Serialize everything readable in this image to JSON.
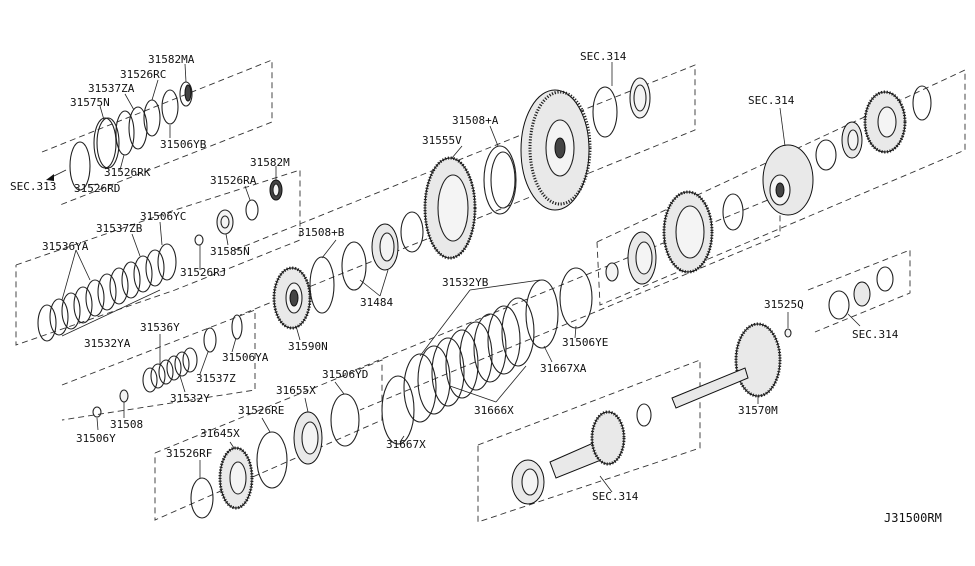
{
  "diagram_id": "J31500RM",
  "part_labels": {
    "p31582MA": "31582MA",
    "p31526RC": "31526RC",
    "p31537ZA": "31537ZA",
    "p31575N": "31575N",
    "p31526RK": "31526RK",
    "p31506YB": "31506YB",
    "p31526RD": "31526RD",
    "sec313": "SEC.313",
    "p31582M": "31582M",
    "p31526RA": "31526RA",
    "p31585N": "31585N",
    "p31506YC": "31506YC",
    "p31537ZB": "31537ZB",
    "p31536YA": "31536YA",
    "p31526RJ": "31526RJ",
    "p31532YA": "31532YA",
    "p31536Y": "31536Y",
    "p31506YA": "31506YA",
    "p31537Z": "31537Z",
    "p31532Y": "31532Y",
    "p31508": "31508",
    "p31506Y": "31506Y",
    "p31508B": "31508+B",
    "p31484": "31484",
    "p31590N": "31590N",
    "p31508A": "31508+A",
    "p31555V": "31555V",
    "sec314a": "SEC.314",
    "sec314b": "SEC.314",
    "p31532YB": "31532YB",
    "p31506YE": "31506YE",
    "p31667XA": "31667XA",
    "p31666X": "31666X",
    "p31667X": "31667X",
    "p31506YD": "31506YD",
    "p31655X": "31655X",
    "p31526RE": "31526RE",
    "p31645X": "31645X",
    "p31526RF": "31526RF",
    "p31525Q": "31525Q",
    "sec314c": "SEC.314",
    "p31570M": "31570M",
    "sec314d": "SEC.314"
  }
}
